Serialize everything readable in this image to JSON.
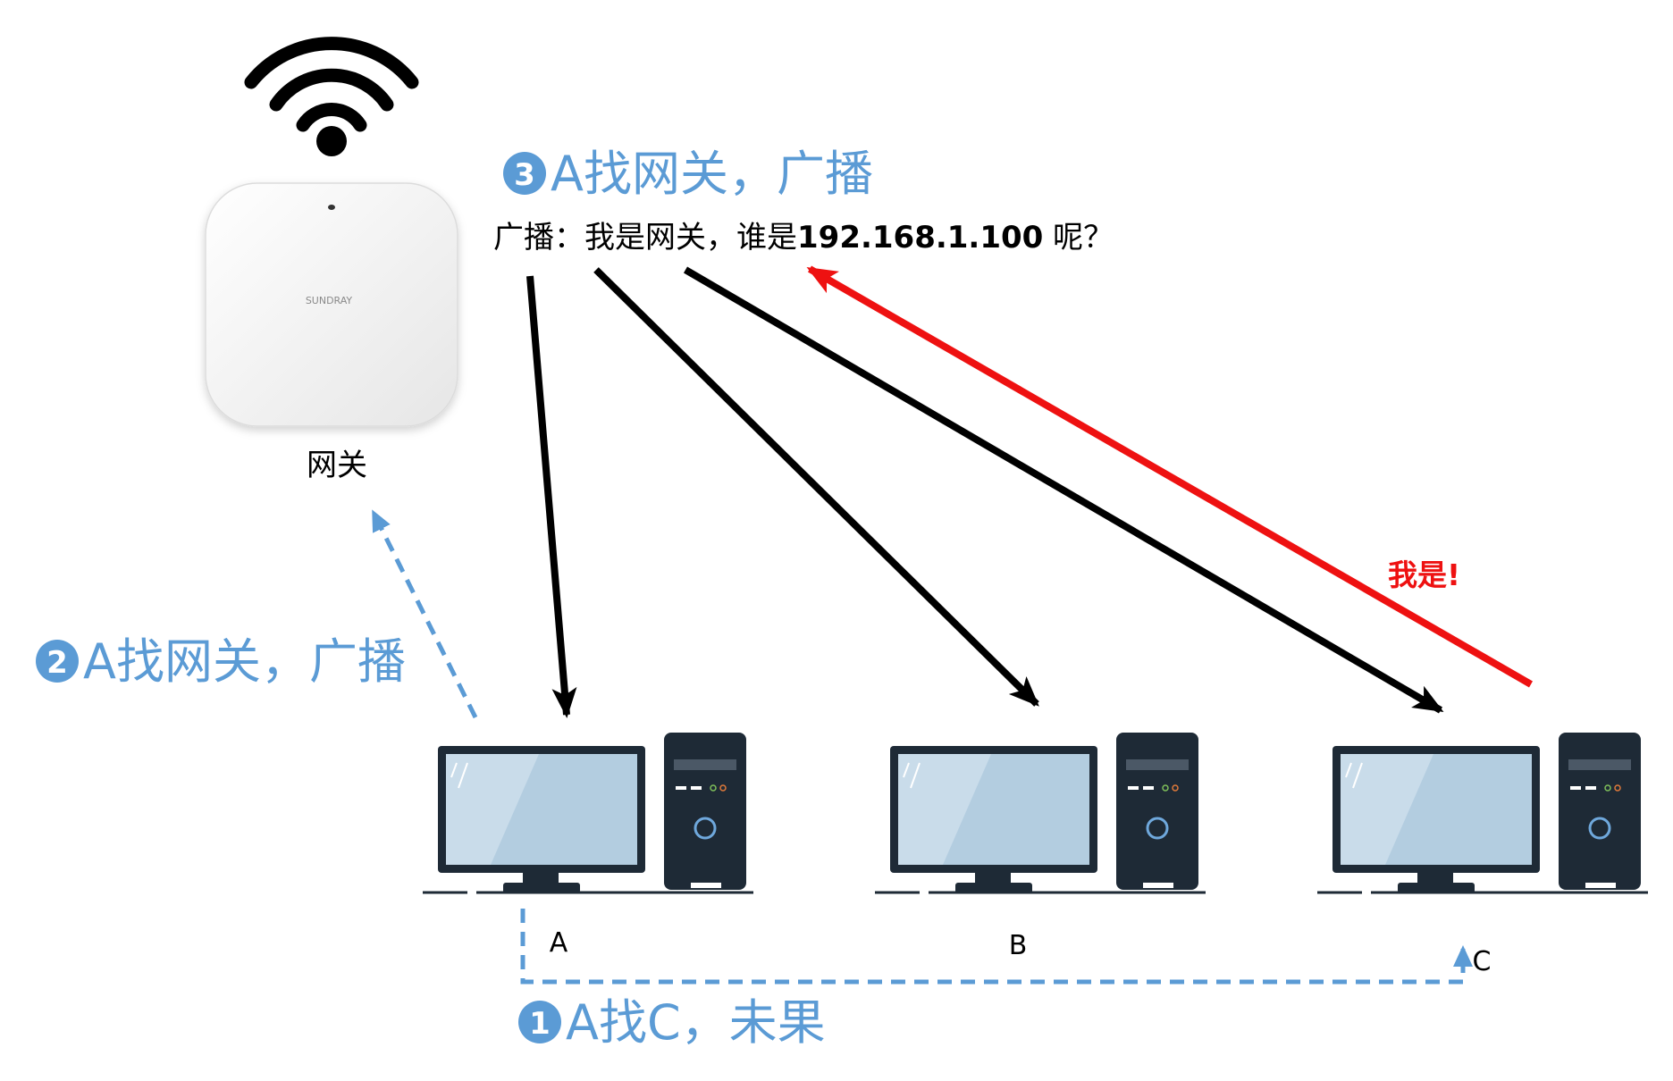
{
  "gateway": {
    "label": "网关",
    "brand": "SUNDRAY",
    "icon": "wifi-access-point-icon"
  },
  "steps": {
    "step1": {
      "badge": "1",
      "text": "A找C，未果"
    },
    "step2": {
      "badge": "2",
      "text": "A找网关，广播"
    },
    "step3": {
      "badge": "3",
      "text": "A找网关，广播"
    }
  },
  "broadcast": {
    "prefix": "广播：我是网关，谁是",
    "ip": "192.168.1.100",
    "suffix": " 呢？"
  },
  "reply": {
    "text": "我是!"
  },
  "computers": [
    {
      "label": "A",
      "icon": "desktop-computer-icon"
    },
    {
      "label": "B",
      "icon": "desktop-computer-icon"
    },
    {
      "label": "C",
      "icon": "desktop-computer-icon"
    }
  ],
  "colors": {
    "step_blue": "#5b9bd5",
    "reply_red": "#ee1111",
    "arrow_black": "#000000",
    "monitor_body": "#1e2a36",
    "screen": "#b3cde0"
  }
}
